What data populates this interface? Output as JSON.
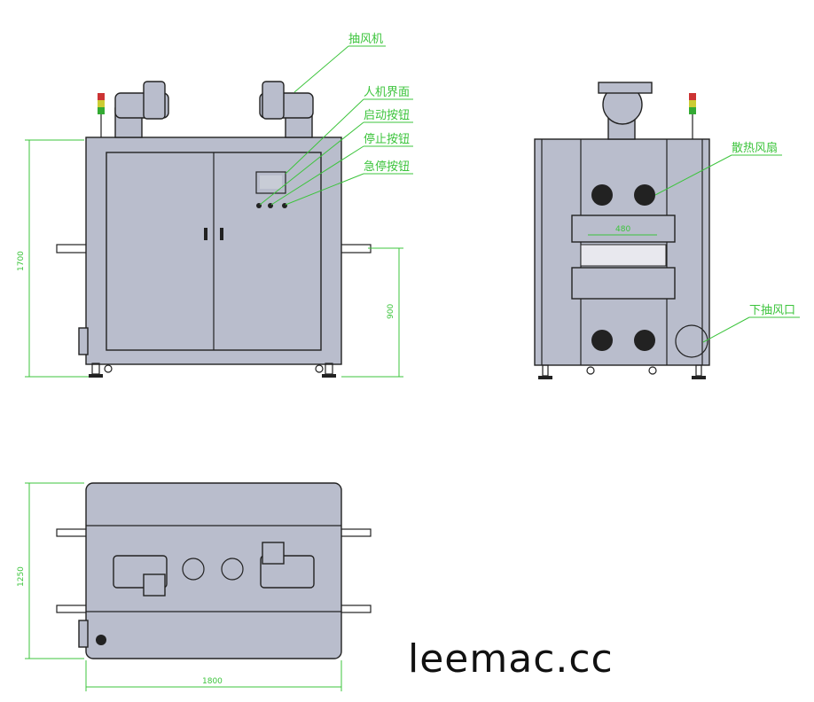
{
  "labels": {
    "exhaust_fan": "抽风机",
    "hmi": "人机界面",
    "start_button": "启动按钮",
    "stop_button": "停止按钮",
    "emergency_stop": "急停按钮",
    "cooling_fan": "散热风扇",
    "bottom_exhaust": "下抽风口"
  },
  "dimensions": {
    "height": "1700",
    "working_height": "900",
    "opening_width": "480",
    "depth": "1250",
    "width": "1800"
  },
  "watermark": "leemac.cc",
  "colors": {
    "body": "#b9bdcc",
    "annotation": "#3cc43c"
  }
}
